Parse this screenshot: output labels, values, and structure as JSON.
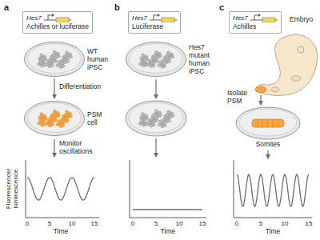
{
  "diagram": {
    "nodes": [
      {
        "text": [
          "Hes7",
          "Achilles or luciferase"
        ]
      },
      {
        "text": [
          "WT human iPSC"
        ]
      },
      {
        "text": [
          "PSM cell"
        ]
      },
      {
        "text": [
          "Hes7",
          "Luciferase"
        ]
      },
      {
        "text": [
          "Hes7 mutant human iPSC"
        ]
      },
      {
        "text": [
          "Hes7",
          "Achilles"
        ]
      }
    ],
    "edges": [
      {
        "from": 1,
        "to": 2,
        "label": "Differentiation",
        "arrow": "to"
      }
    ],
    "labels": [
      "a",
      "b",
      "c",
      "Monitor oscillations",
      "Fluorescence/ luminescence",
      "0",
      "5",
      "10",
      "15",
      "Time",
      "0",
      "5",
      "10",
      "15",
      "Time",
      "Embryo",
      "Isolate PSM",
      "Somites",
      "0",
      "5",
      "10",
      "15",
      "Time"
    ]
  }
}
